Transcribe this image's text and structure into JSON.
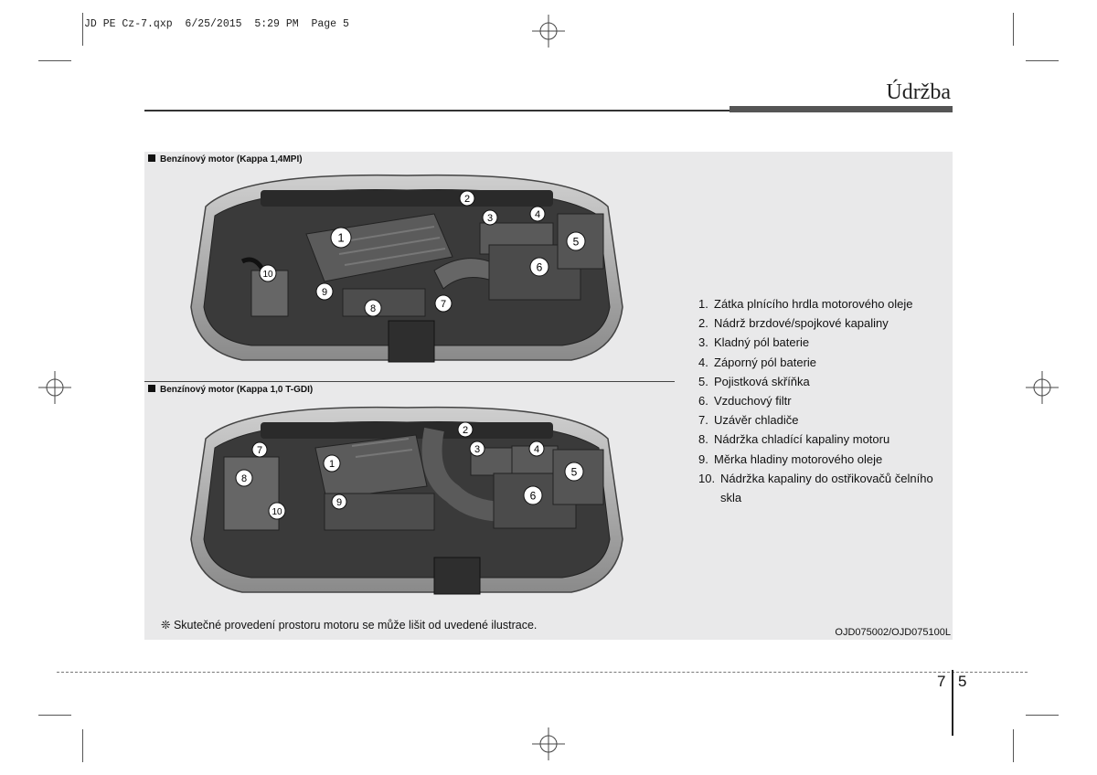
{
  "slug": "JD PE Cz-7.qxp  6/25/2015  5:29 PM  Page 5",
  "header": {
    "title": "Údržba"
  },
  "figure_top": {
    "caption": "Benzínový motor (Kappa 1,4MPI)",
    "callouts": [
      "1",
      "2",
      "3",
      "4",
      "5",
      "6",
      "7",
      "8",
      "9",
      "10"
    ]
  },
  "figure_bottom": {
    "caption": "Benzínový motor (Kappa 1,0 T-GDI)",
    "callouts": [
      "1",
      "2",
      "3",
      "4",
      "5",
      "6",
      "7",
      "8",
      "9",
      "10"
    ]
  },
  "legend": [
    {
      "num": "1.",
      "text": "Zátka plnícího hrdla motorového oleje"
    },
    {
      "num": "2.",
      "text": "Nádrž brzdové/spojkové kapaliny"
    },
    {
      "num": "3.",
      "text": "Kladný pól baterie"
    },
    {
      "num": "4.",
      "text": "Záporný pól baterie"
    },
    {
      "num": "5.",
      "text": "Pojistková skříňka"
    },
    {
      "num": "6.",
      "text": "Vzduchový filtr"
    },
    {
      "num": "7.",
      "text": "Uzávěr chladiče"
    },
    {
      "num": "8.",
      "text": "Nádržka chladící kapaliny motoru"
    },
    {
      "num": "9.",
      "text": "Měrka hladiny motorového oleje"
    },
    {
      "num": "10.",
      "text": "Nádržka kapaliny do ostřikovačů čelního skla"
    }
  ],
  "note": "❊ Skutečné provedení prostoru motoru se může lišit od uvedené ilustrace.",
  "ref_code": "OJD075002/OJD075100L",
  "page": {
    "chapter": "7",
    "number": "5"
  },
  "icons": {
    "note_marker": "asterisk-icon",
    "registration": "crosshair-icon",
    "caption_bullet": "square-bullet-icon"
  }
}
